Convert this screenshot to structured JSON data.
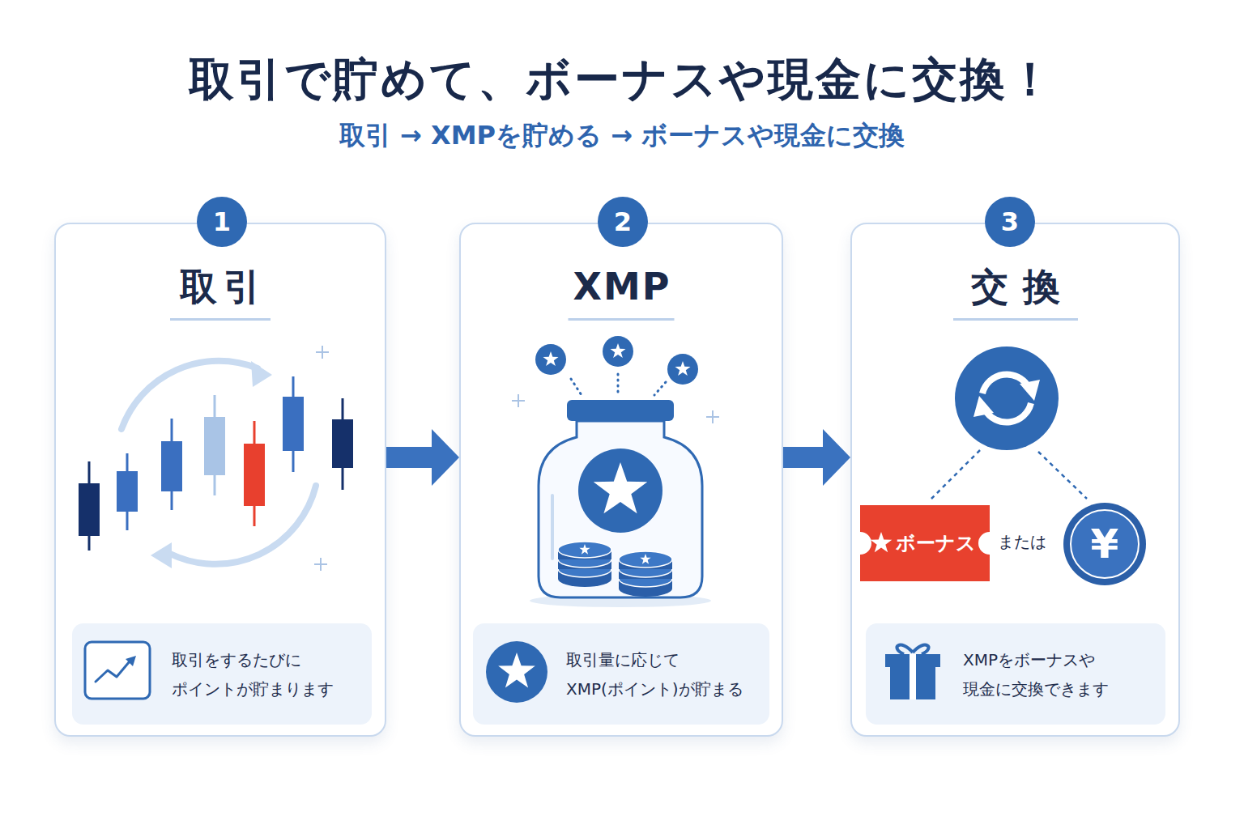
{
  "diagram": {
    "title": "取引で貯めて、ボーナスや現金に交換！",
    "nodes": [
      {
        "text": [
          "取引"
        ]
      },
      {
        "text": [
          "1"
        ],
        "in": 0
      },
      {
        "text": [
          "取引をするたびに ポイントが貯まります"
        ],
        "in": 0
      },
      {
        "text": [
          "XMP"
        ]
      },
      {
        "text": [
          "2"
        ],
        "in": 3
      },
      {
        "text": [
          "取引量に応じて XMP(ポイント)が貯まる"
        ],
        "in": 3
      },
      {
        "text": [
          "交換"
        ]
      },
      {
        "text": [
          "3"
        ],
        "in": 6
      },
      {
        "text": [
          "ボーナス"
        ],
        "in": 6
      },
      {
        "text": [
          "¥"
        ],
        "in": 6
      },
      {
        "text": [
          "XMPをボーナスや 現金に交換できます"
        ],
        "in": 6
      }
    ],
    "edges": [
      {
        "from": 0,
        "to": 3,
        "arrow": "to"
      },
      {
        "from": 3,
        "to": 6,
        "arrow": "to"
      }
    ],
    "labels": [
      "取引 → XMPを貯める → ボーナスや現金に交換",
      "または"
    ]
  }
}
